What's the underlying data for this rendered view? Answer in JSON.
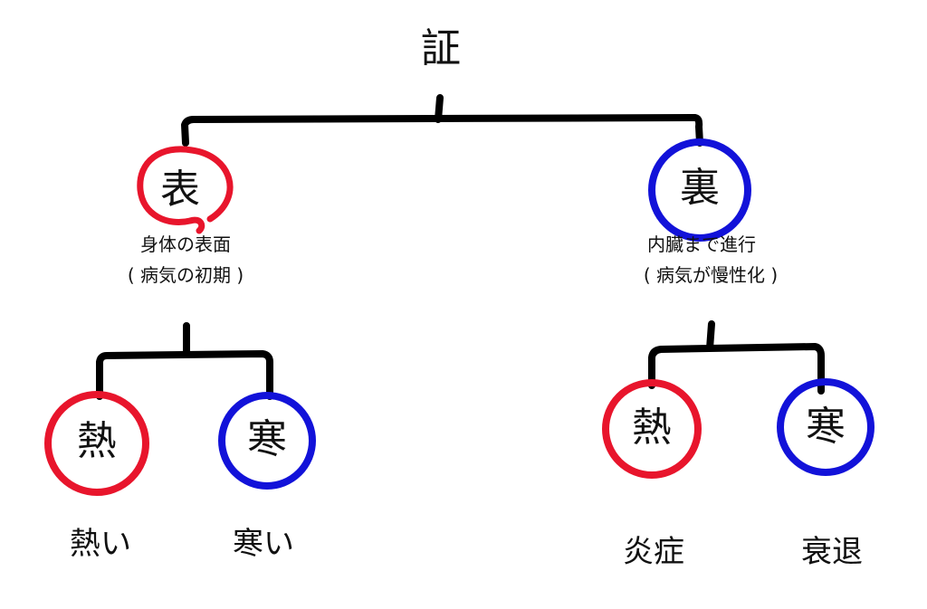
{
  "colors": {
    "red": "#e8152c",
    "blue": "#1212d9",
    "line": "#000000",
    "text": "#111111"
  },
  "root": {
    "label": "証"
  },
  "branches": {
    "left": {
      "label": "表",
      "color": "red",
      "description": [
        "身体の表面",
        "( 病気の初期 )"
      ],
      "children": [
        {
          "label": "熱",
          "color": "red",
          "caption": "熱い"
        },
        {
          "label": "寒",
          "color": "blue",
          "caption": "寒い"
        }
      ]
    },
    "right": {
      "label": "裏",
      "color": "blue",
      "description": [
        "内臓まで進行",
        "( 病気が慢性化 )"
      ],
      "children": [
        {
          "label": "熱",
          "color": "red",
          "caption": "炎症"
        },
        {
          "label": "寒",
          "color": "blue",
          "caption": "衰退"
        }
      ]
    }
  }
}
